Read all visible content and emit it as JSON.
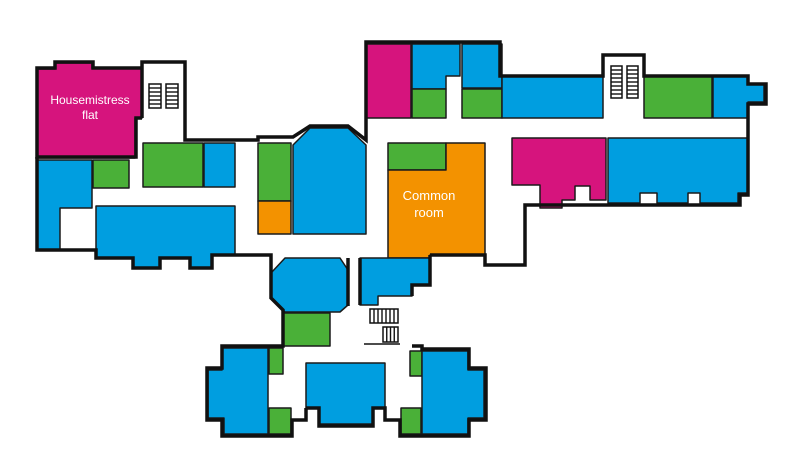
{
  "colors": {
    "bedroom": "#009ee0",
    "bathroom": "#4ab038",
    "staff": "#d6147d",
    "common": "#f39200",
    "corridor": "#ffffff",
    "wall": "#111111"
  },
  "labels": {
    "housemistress_line1": "Housemistress",
    "housemistress_line2": "flat",
    "common_line1": "Common",
    "common_line2": "room"
  }
}
